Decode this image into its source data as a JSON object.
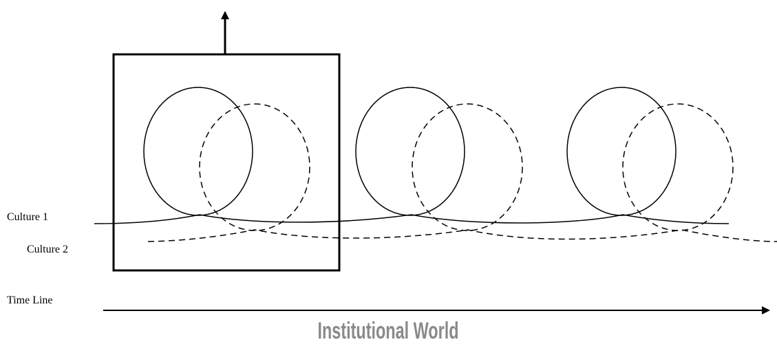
{
  "labels": {
    "culture1": "Culture 1",
    "culture2": "Culture 2",
    "timeline": "Time Line"
  },
  "footer": {
    "title": "Institutional World"
  },
  "colors": {
    "stroke": "#000000",
    "footer_text": "#8a8a8a",
    "footer_reflection": "#cfcfcf"
  },
  "loop_count": 3
}
